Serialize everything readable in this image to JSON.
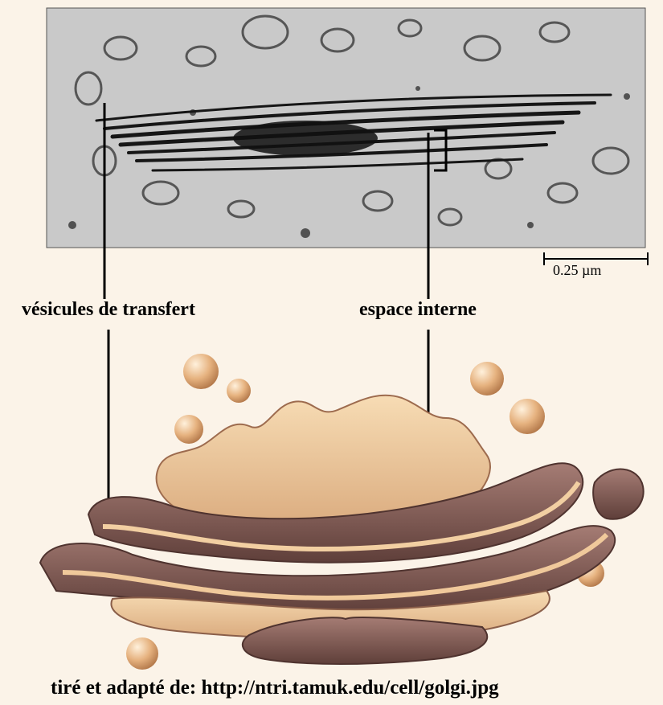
{
  "labels": {
    "transfer_vesicles": "vésicules de transfert",
    "internal_space": "espace interne",
    "scale_bar": "0.25 µm"
  },
  "caption": "tiré et adapté de: http://ntri.tamuk.edu/cell/golgi.jpg",
  "colors": {
    "background": "#fbf3e8",
    "micrograph_bg": "#c9c9c9",
    "membrane_dark": "#1c1c1c",
    "cisterna_light": "#f2d2a6",
    "cisterna_mid": "#d9a77a",
    "cisterna_shadow": "#7e5a53",
    "vesicle": "#eab98a"
  }
}
